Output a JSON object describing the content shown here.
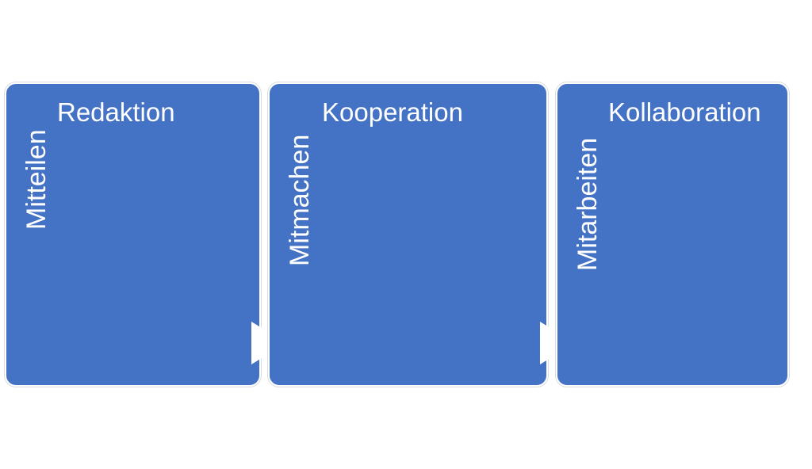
{
  "colors": {
    "box_fill": "#4472c4",
    "text": "#ffffff",
    "arrow": "#ffffff"
  },
  "steps": [
    {
      "side_label": "Mitteilen",
      "title": "Redaktion"
    },
    {
      "side_label": "Mitmachen",
      "title": "Kooperation"
    },
    {
      "side_label": "Mitarbeiten",
      "title": "Kollaboration"
    }
  ]
}
